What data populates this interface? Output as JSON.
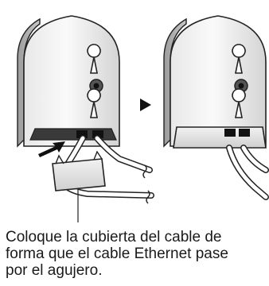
{
  "caption": {
    "lines": [
      "Coloque la cubierta del cable de",
      "forma que el cable Ethernet pase",
      "por el agujero."
    ]
  }
}
